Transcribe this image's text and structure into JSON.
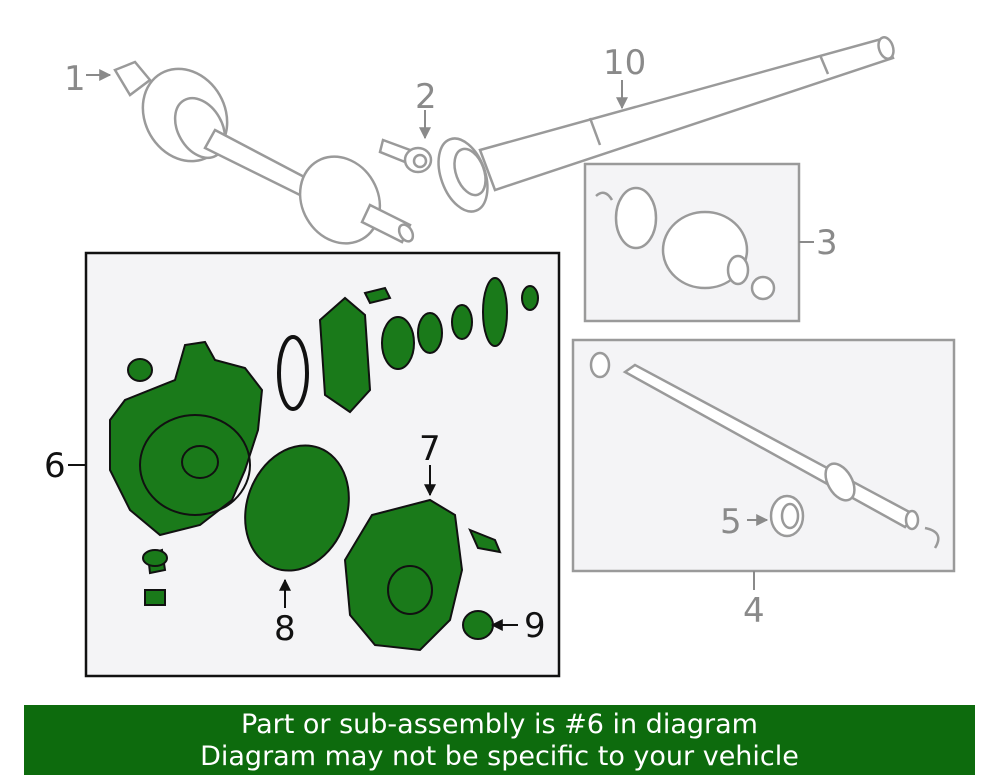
{
  "callouts": {
    "c1": "1",
    "c2": "2",
    "c3": "3",
    "c4": "4",
    "c5": "5",
    "c6": "6",
    "c7": "7",
    "c8": "8",
    "c9": "9",
    "c10": "10"
  },
  "banner": {
    "line1": "Part or sub-assembly is #6 in diagram",
    "line2": "Diagram may not be specific to your vehicle"
  },
  "colors": {
    "highlight_fill": "#1a7a1a",
    "banner_bg": "#0d6b0d",
    "line_gray": "#9a9a9a",
    "box_panel": "#f4f4f6"
  }
}
